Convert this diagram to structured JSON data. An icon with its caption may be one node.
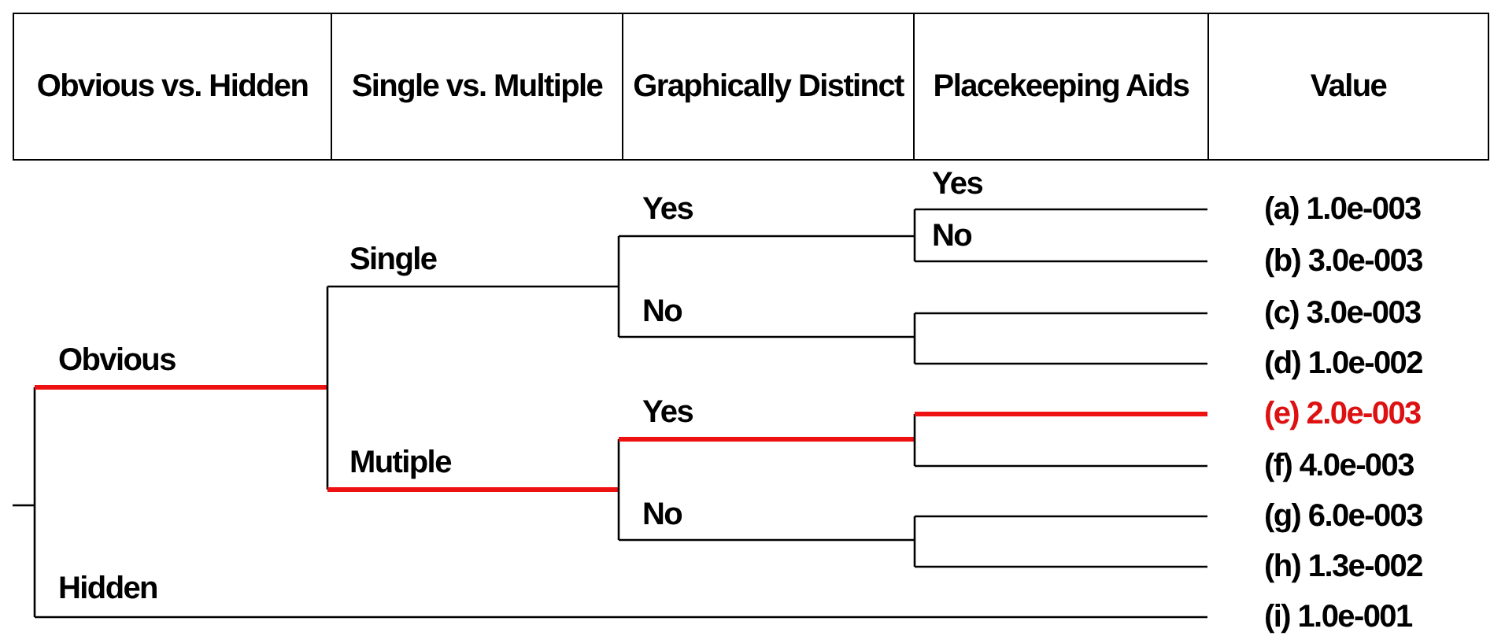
{
  "diagram": {
    "labels": [
      "Obvious vs. Hidden",
      "Single vs. Multiple",
      "Graphically Distinct",
      "Placekeeping Aids",
      "Value",
      "Yes",
      "Yes",
      "No",
      "Single",
      "No",
      "Obvious",
      "Yes",
      "Mutiple",
      "No",
      "Hidden",
      "(a) 1.0e-003",
      "(b) 3.0e-003",
      "(c) 3.0e-003",
      "(d) 1.0e-002",
      "(e) 2.0e-003",
      "(f) 4.0e-003",
      "(g) 6.0e-003",
      "(h) 1.3e-002",
      "(i) 1.0e-001"
    ]
  }
}
